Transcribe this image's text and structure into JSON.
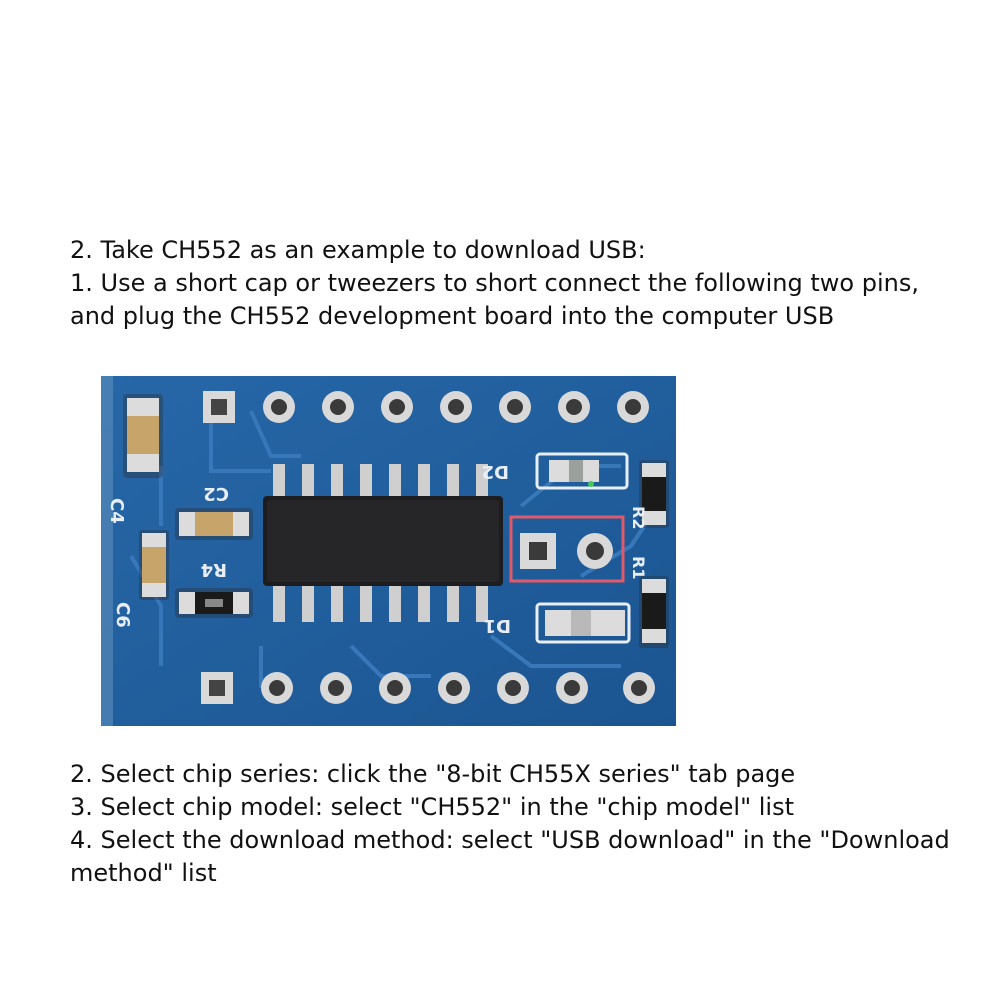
{
  "intro": {
    "line1": "2. Take CH552 as an example to download USB:",
    "line2": "1. Use a short cap or tweezers to short connect the following two pins,",
    "line3": "and plug the CH552 development board into the computer USB"
  },
  "board_photo": {
    "silkscreen": {
      "c2": "C2",
      "c4": "C4",
      "c6": "C6",
      "r4": "R4",
      "d2": "D2",
      "d1": "D1",
      "r2": "R2",
      "r1": "R1"
    },
    "highlight_color": "#e05b6a",
    "board_color": "#1f5fa0"
  },
  "steps": {
    "step2": "2. Select chip series: click the \"8-bit CH55X series\" tab page",
    "step3": "3. Select chip model: select \"CH552\" in the \"chip model\" list",
    "step4": "4. Select the download method: select \"USB download\" in the \"Download method\" list"
  }
}
